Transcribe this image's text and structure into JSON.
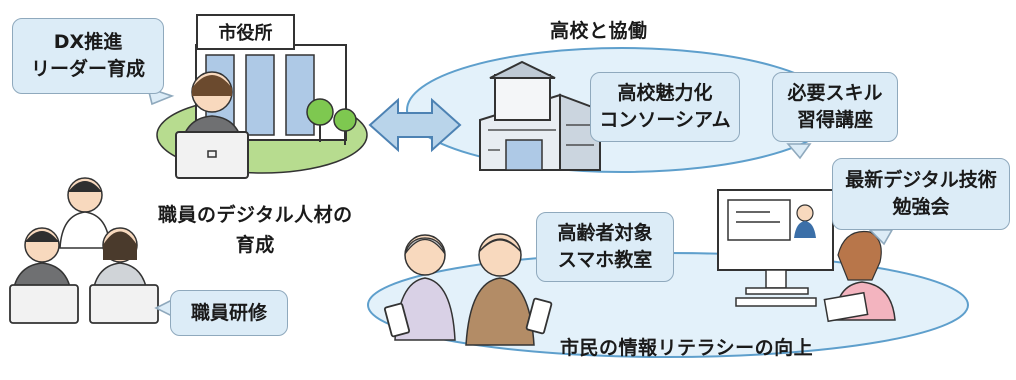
{
  "city_hall": {
    "sign": "市役所"
  },
  "bubbles": {
    "dx": [
      "DX推進",
      "リーダー育成"
    ],
    "consortium": [
      "高校魅力化",
      "コンソーシアム"
    ],
    "skills": [
      "必要スキル",
      "習得講座"
    ],
    "digital": [
      "最新デジタル技術",
      "勉強会"
    ],
    "seniors": [
      "高齢者対象",
      "スマホ教室"
    ],
    "training": [
      "職員研修"
    ]
  },
  "labels": {
    "highschool": "高校と協働",
    "staff_dev": [
      "職員のデジタル人材の",
      "育成"
    ],
    "literacy": "市民の情報リテラシーの向上"
  },
  "colors": {
    "bubble_fill": "#dcecf7",
    "ellipse_fill": "#e3f1fa",
    "arrow_fill": "#b9d4ea",
    "green": "#7ec850"
  }
}
